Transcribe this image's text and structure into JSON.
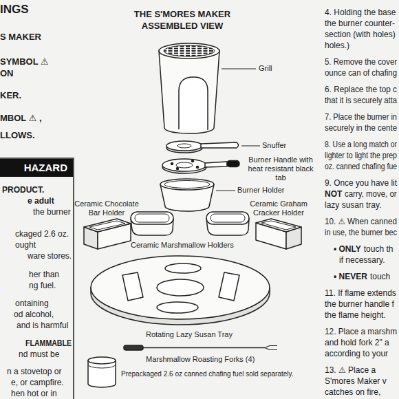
{
  "diagram": {
    "title": "THE S'MORES MAKER ASSEMBLED VIEW",
    "nodes": [
      {
        "text": [
          "HAZARD"
        ]
      }
    ],
    "labels": [
      "INGS",
      "S MAKER",
      "SYMBOL ⚠",
      "ON",
      "KER.",
      "MBOL ⚠ ,",
      "LLOWS.",
      "PRODUCT.",
      "e adult",
      "the burner",
      "ckaged 2.6 oz.",
      "ought",
      "ware stores.",
      "her than",
      "ng fuel.",
      "ontaining",
      "od alcohol,",
      "and is harmful",
      "FLAMMABLE",
      "nd must be",
      "n a stovetop or",
      "e, or campfire.",
      "hen hot or in",
      "Grill",
      "Snuffer",
      "Burner Handle with heat resistant black tab",
      "Burner Holder",
      "Ceramic Chocolate Bar Holder",
      "Ceramic Graham Cracker Holder",
      "Ceramic Marshmallow Holders",
      "Rotating Lazy Susan Tray",
      "Marshmallow Roasting Forks (4)",
      "Prepackaged 2.6 oz canned chafing fuel sold separately.",
      "4. Holding the base",
      "the burner counter-",
      "section (with holes)",
      "holes.)",
      "5. Remove the cover",
      "ounce can of chafing",
      "6. Replace the top c",
      "that it is securely atta",
      "7. Place the burner in",
      "securely in the cente",
      "8. Use a long match or",
      "lighter to light the prep",
      "oz. canned chafing fue",
      "9. Once you have lit",
      "NOT",
      "carry, move, or",
      "lazy susan tray.",
      "10. ⚠ When canned",
      "in use, the burner bec",
      "• ONLY",
      "touch th",
      "if necessary.",
      "• NEVER",
      "touch",
      "11. If flame extends",
      "the burner handle f",
      "the flame height.",
      "12. Place a marshm",
      "and hold fork 2\" a",
      "according to your",
      "13. ⚠ Place a",
      "S'mores Maker v",
      "catches on fire,"
    ]
  }
}
